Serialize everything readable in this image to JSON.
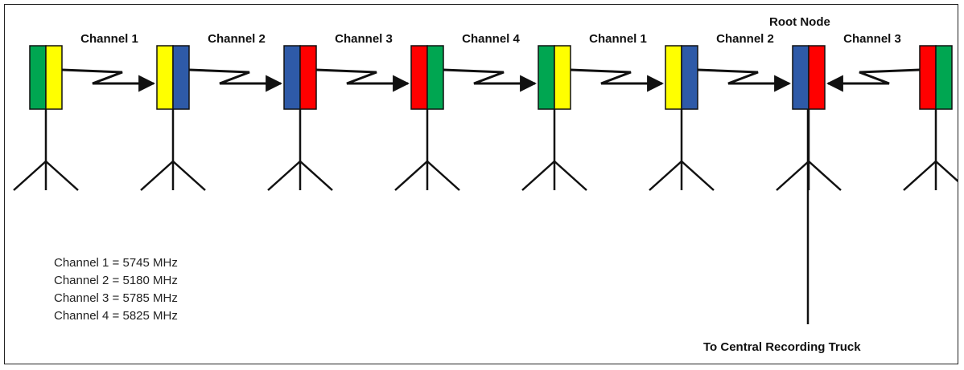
{
  "diagram": {
    "root_node_label": "Root Node",
    "truck_label": "To Central Recording Truck",
    "colors": {
      "green": "#00a651",
      "yellow": "#ffff00",
      "blue": "#2e5aa8",
      "red": "#ff0000"
    },
    "nodes": [
      {
        "left": "green",
        "right": "yellow"
      },
      {
        "left": "yellow",
        "right": "blue"
      },
      {
        "left": "blue",
        "right": "red"
      },
      {
        "left": "red",
        "right": "green"
      },
      {
        "left": "green",
        "right": "yellow"
      },
      {
        "left": "yellow",
        "right": "blue"
      },
      {
        "left": "blue",
        "right": "red",
        "root": true
      },
      {
        "left": "red",
        "right": "green"
      }
    ],
    "links": [
      {
        "label": "Channel 1",
        "from": 0,
        "to": 1
      },
      {
        "label": "Channel 2",
        "from": 1,
        "to": 2
      },
      {
        "label": "Channel 3",
        "from": 2,
        "to": 3
      },
      {
        "label": "Channel 4",
        "from": 3,
        "to": 4
      },
      {
        "label": "Channel 1",
        "from": 4,
        "to": 5
      },
      {
        "label": "Channel 2",
        "from": 5,
        "to": 6
      },
      {
        "label": "Channel 3",
        "from": 7,
        "to": 6
      }
    ],
    "legend": [
      "Channel 1 = 5745 MHz",
      "Channel 2 = 5180 MHz",
      "Channel 3 = 5785 MHz",
      "Channel 4 = 5825 MHz"
    ]
  }
}
